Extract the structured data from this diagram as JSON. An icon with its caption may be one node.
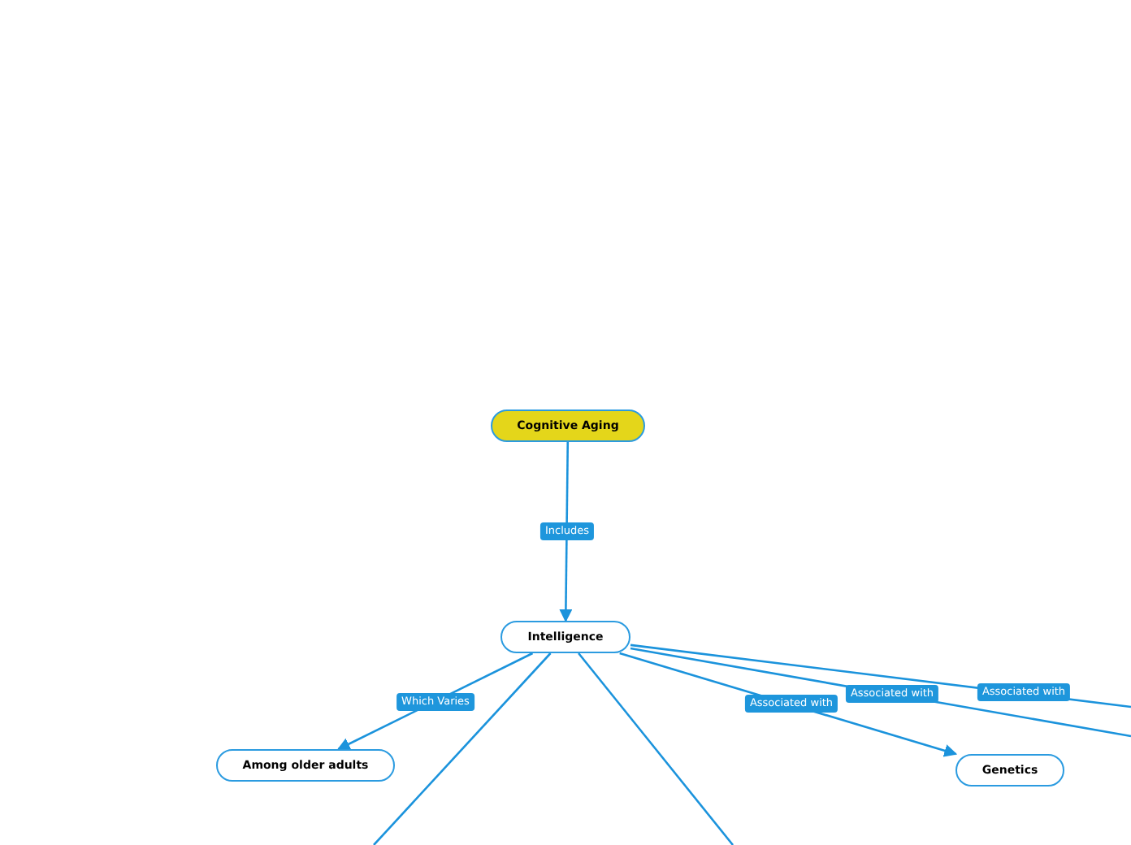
{
  "diagram": {
    "nodes": [
      {
        "text": [
          "Cognitive Aging"
        ]
      },
      {
        "text": [
          "Intelligence"
        ]
      },
      {
        "text": [
          "Among older adults"
        ]
      },
      {
        "text": [
          "Genetics"
        ]
      }
    ],
    "edges": [
      {
        "from": 0,
        "to": 1,
        "arrow": "to",
        "label": "Includes"
      },
      {
        "from": 1,
        "to": 2,
        "arrow": "to",
        "label": "Which Varies"
      },
      {
        "from": 1,
        "to": null,
        "arrow": "none"
      },
      {
        "from": 1,
        "to": null,
        "arrow": "none"
      },
      {
        "from": 1,
        "to": 3,
        "arrow": "to",
        "label": "Associated with"
      },
      {
        "from": 1,
        "to": null,
        "arrow": "none",
        "label": "Associated with"
      },
      {
        "from": 1,
        "to": null,
        "arrow": "none",
        "label": "Associated with"
      }
    ]
  }
}
